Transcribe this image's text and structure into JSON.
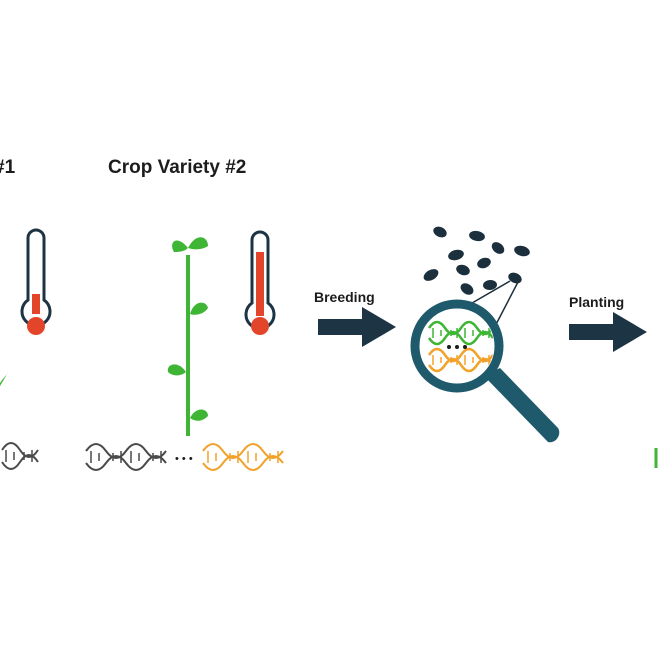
{
  "diagram": {
    "variety_1_label": "#1",
    "variety_2_label": "Crop Variety #2",
    "breeding_label": "Breeding",
    "planting_label": "Planting",
    "dna_dots": "• • •",
    "colors": {
      "plant_green": "#3fb536",
      "thermometer_red": "#e2452a",
      "arrow_navy": "#1d3445",
      "magnifier_teal": "#1e5a6b",
      "seed_dark": "#1c2f3d",
      "dna_gray": "#4a4a4a",
      "dna_orange": "#f2a22a",
      "dna_green": "#3fb536"
    }
  }
}
